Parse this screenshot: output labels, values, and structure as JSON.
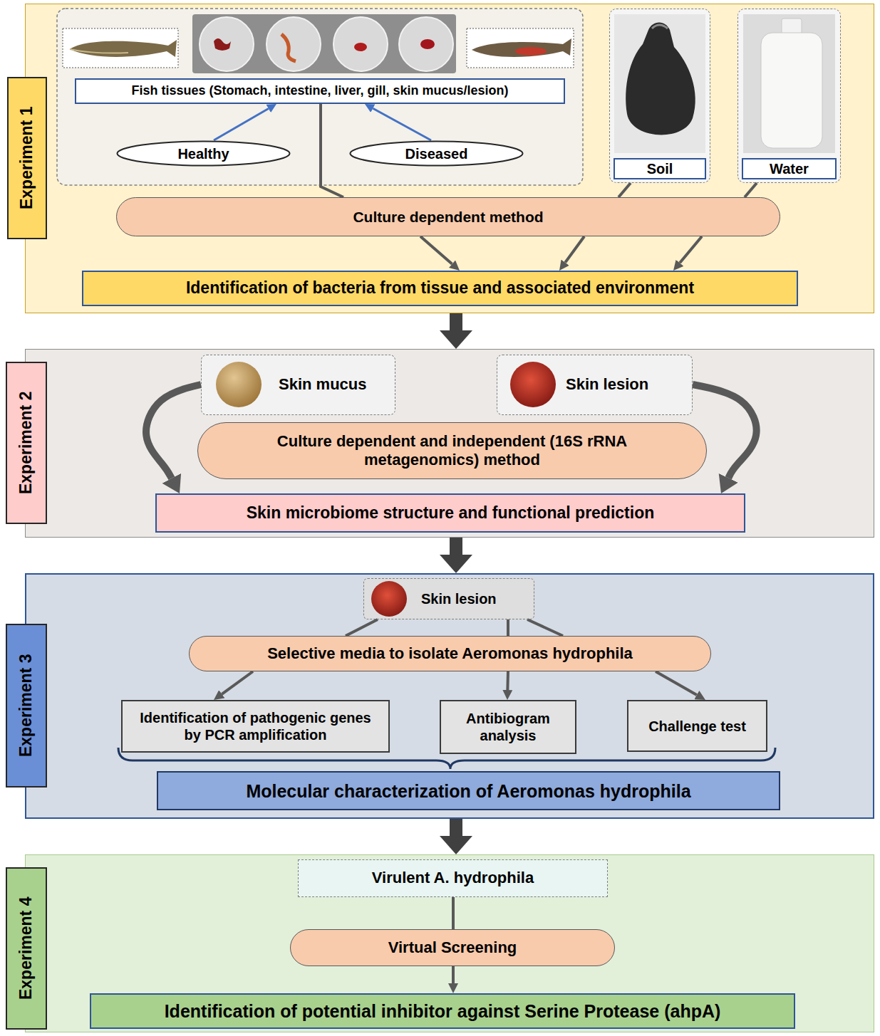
{
  "diagram": {
    "nodes": [
      {
        "text": [
          "Experiment 1"
        ]
      },
      {
        "text": [
          "Fish tissues (Stomach, intestine, liver, gill, skin mucus/lesion)"
        ],
        "in": 0
      },
      {
        "text": [
          "Healthy"
        ],
        "in": 0
      },
      {
        "text": [
          "Diseased"
        ],
        "in": 0
      },
      {
        "text": [
          "Soil"
        ],
        "in": 0
      },
      {
        "text": [
          "Water"
        ],
        "in": 0
      },
      {
        "text": [
          "Culture dependent method"
        ],
        "in": 0
      },
      {
        "text": [
          "Identification of bacteria from tissue and associated environment"
        ],
        "in": 0
      },
      {
        "text": [
          "Experiment 2"
        ]
      },
      {
        "text": [
          "Skin mucus"
        ],
        "in": 8
      },
      {
        "text": [
          "Skin lesion"
        ],
        "in": 8
      },
      {
        "text": [
          "Culture dependent and independent (16S rRNA metagenomics) method"
        ],
        "in": 8
      },
      {
        "text": [
          "Skin microbiome structure and functional prediction"
        ],
        "in": 8
      },
      {
        "text": [
          "Experiment 3"
        ]
      },
      {
        "text": [
          "Skin lesion"
        ],
        "in": 13
      },
      {
        "text": [
          "Selective media to isolate Aeromonas hydrophila"
        ],
        "in": 13
      },
      {
        "text": [
          "Identification of pathogenic genes by PCR amplification"
        ],
        "in": 13
      },
      {
        "text": [
          "Antibiogram analysis"
        ],
        "in": 13
      },
      {
        "text": [
          "Challenge test"
        ],
        "in": 13
      },
      {
        "text": [
          "Molecular characterization of Aeromonas hydrophila"
        ],
        "in": 13
      },
      {
        "text": [
          "Experiment 4"
        ]
      },
      {
        "text": [
          "Virulent A. hydrophila"
        ],
        "in": 20
      },
      {
        "text": [
          "Virtual Screening"
        ],
        "in": 20
      },
      {
        "text": [
          "Identification of potential inhibitor against Serine Protease (ahpA)"
        ],
        "in": 20
      }
    ],
    "edges": [
      {
        "from": 2,
        "to": 1,
        "arrow": "to"
      },
      {
        "from": 3,
        "to": 1,
        "arrow": "to"
      },
      {
        "from": 1,
        "to": 6,
        "arrow": "none"
      },
      {
        "from": 4,
        "to": 6,
        "arrow": "none"
      },
      {
        "from": 5,
        "to": 6,
        "arrow": "none"
      },
      {
        "from": 6,
        "to": 7,
        "arrow": "to"
      },
      {
        "from": 6,
        "to": 7,
        "arrow": "to"
      },
      {
        "from": 6,
        "to": 7,
        "arrow": "to"
      },
      {
        "from": 0,
        "to": 8,
        "arrow": "to"
      },
      {
        "from": 8,
        "to": 13,
        "arrow": "to"
      },
      {
        "from": 13,
        "to": 20,
        "arrow": "to"
      },
      {
        "from": 9,
        "to": 12,
        "arrow": "to"
      },
      {
        "from": 10,
        "to": 12,
        "arrow": "to"
      },
      {
        "from": 14,
        "to": 15,
        "arrow": "none"
      },
      {
        "from": 14,
        "to": 15,
        "arrow": "none"
      },
      {
        "from": 14,
        "to": 15,
        "arrow": "none"
      },
      {
        "from": 15,
        "to": 16,
        "arrow": "to"
      },
      {
        "from": 15,
        "to": 17,
        "arrow": "to"
      },
      {
        "from": 15,
        "to": 18,
        "arrow": "to"
      },
      {
        "from": 21,
        "to": 22,
        "arrow": "none"
      },
      {
        "from": 22,
        "to": 23,
        "arrow": "to"
      }
    ]
  }
}
